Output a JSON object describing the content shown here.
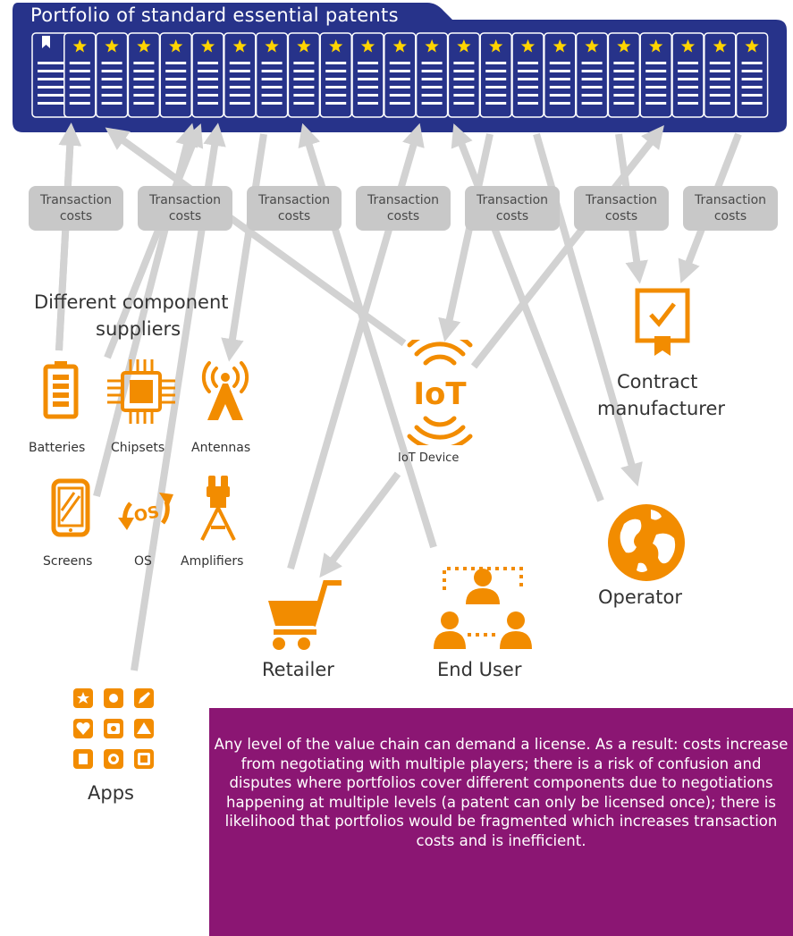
{
  "colors": {
    "banner": "#27338a",
    "orange": "#f28c00",
    "arrow": "#d2d2d2",
    "tag": "#c8c8c8",
    "note_bg": "#8b1673",
    "star": "#ffd400"
  },
  "banner": {
    "title": "Portfolio of standard essential patents",
    "patent_doc_count": 23
  },
  "transaction_tags": [
    {
      "line1": "Transaction",
      "line2": "costs"
    },
    {
      "line1": "Transaction",
      "line2": "costs"
    },
    {
      "line1": "Transaction",
      "line2": "costs"
    },
    {
      "line1": "Transaction",
      "line2": "costs"
    },
    {
      "line1": "Transaction",
      "line2": "costs"
    },
    {
      "line1": "Transaction",
      "line2": "costs"
    },
    {
      "line1": "Transaction",
      "line2": "costs"
    }
  ],
  "suppliers": {
    "heading_line1": "Different component",
    "heading_line2": "suppliers",
    "items": [
      {
        "label": "Batteries",
        "icon": "battery-icon"
      },
      {
        "label": "Chipsets",
        "icon": "chip-icon"
      },
      {
        "label": "Antennas",
        "icon": "antenna-icon"
      },
      {
        "label": "Screens",
        "icon": "phone-icon"
      },
      {
        "label": "OS",
        "icon": "os-icon"
      },
      {
        "label": "Amplifiers",
        "icon": "amplifier-icon"
      }
    ]
  },
  "apps": {
    "label": "Apps",
    "icon": "apps-grid-icon"
  },
  "iot": {
    "label": "IoT Device",
    "icon_text": "IoT",
    "icon": "iot-icon"
  },
  "contract": {
    "line1": "Contract",
    "line2": "manufacturer",
    "icon": "certificate-icon"
  },
  "operator": {
    "label": "Operator",
    "icon": "globe-icon"
  },
  "retailer": {
    "label": "Retailer",
    "icon": "cart-icon"
  },
  "end_user": {
    "label": "End User",
    "icon": "users-icon"
  },
  "note": {
    "text": "Any level of the value chain can demand a license. As a result: costs increase from negotiating with multiple players; there is a risk of confusion and disputes where portfolios cover different components due to negotiations happening at multiple levels (a patent can only be licensed once); there is likelihood that portfolios would be fragmented which increases transaction costs and is inefficient."
  }
}
